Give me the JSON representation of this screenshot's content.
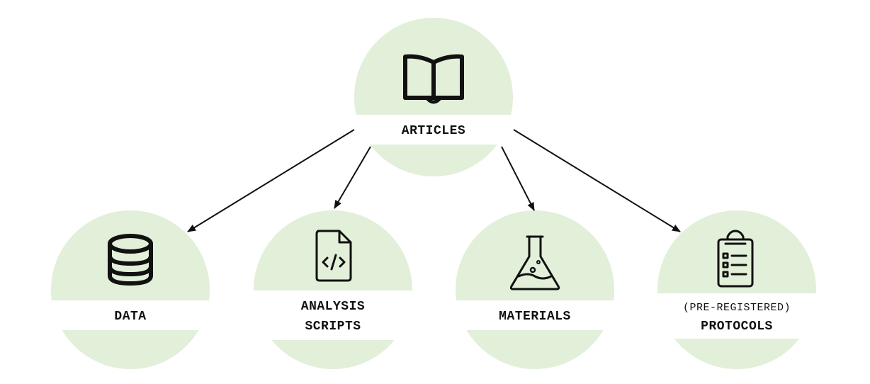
{
  "colors": {
    "circle_fill": "#e2efd9",
    "line": "#111111",
    "background": "#ffffff"
  },
  "nodes": {
    "articles": {
      "label": "ARTICLES",
      "icon": "open-book-icon"
    },
    "data": {
      "label": "DATA",
      "icon": "database-icon"
    },
    "analysis_scripts": {
      "label_line1": "ANALYSIS",
      "label_line2": "SCRIPTS",
      "icon": "code-file-icon"
    },
    "materials": {
      "label": "MATERIALS",
      "icon": "flask-icon"
    },
    "protocols": {
      "label_line1": "(PRE-REGISTERED)",
      "label_line2": "PROTOCOLS",
      "icon": "clipboard-checklist-icon"
    }
  },
  "edges": [
    {
      "from": "articles",
      "to": "data"
    },
    {
      "from": "articles",
      "to": "analysis_scripts"
    },
    {
      "from": "articles",
      "to": "materials"
    },
    {
      "from": "articles",
      "to": "protocols"
    }
  ]
}
